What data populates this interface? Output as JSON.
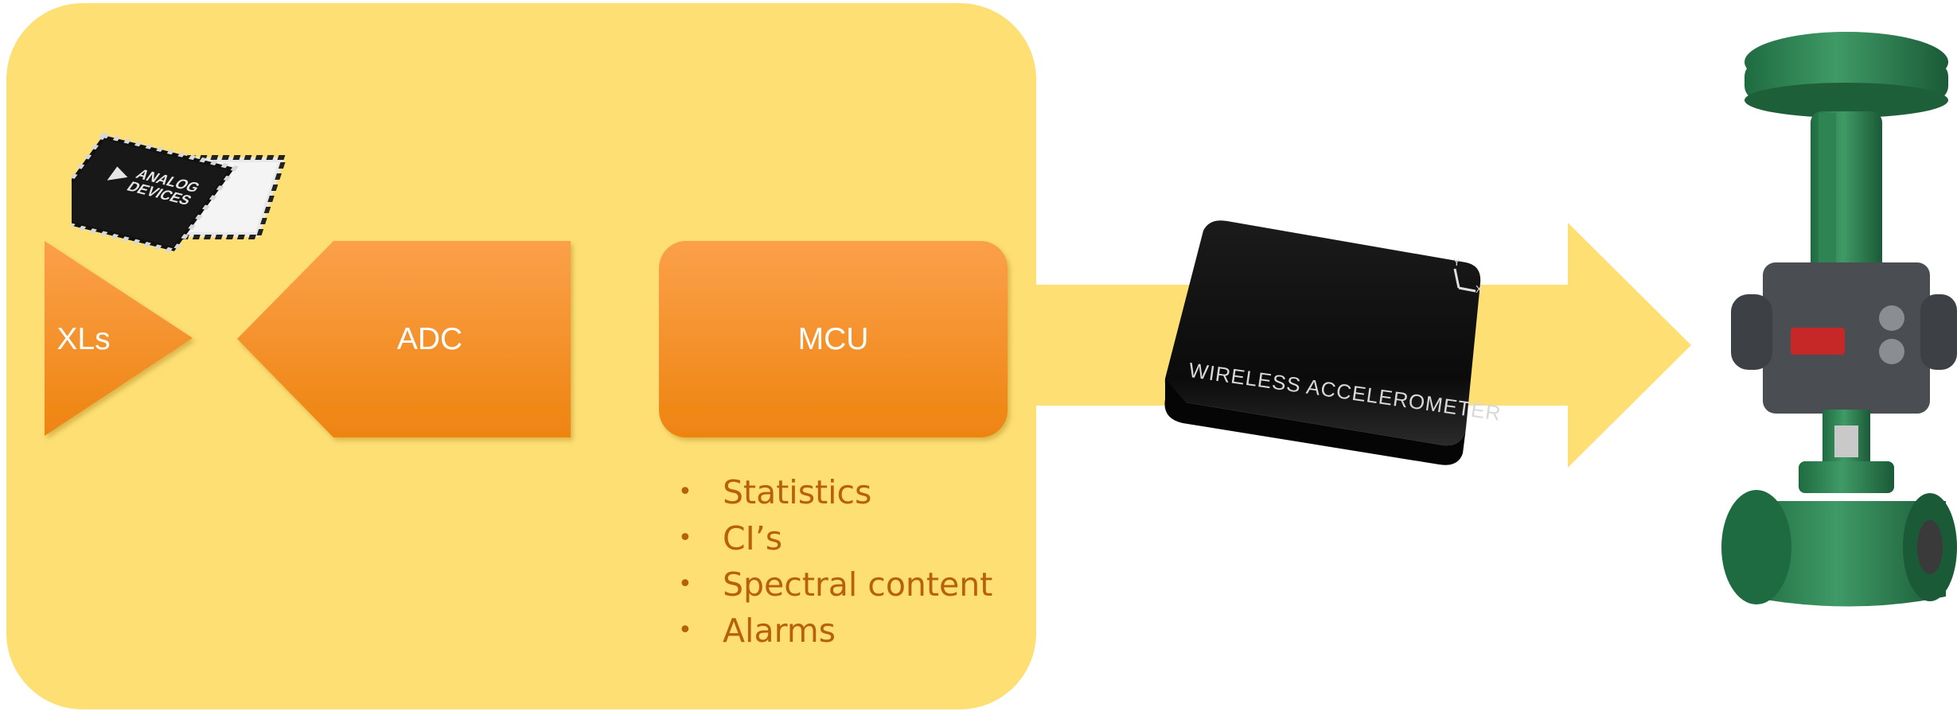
{
  "diagram": {
    "blocks": {
      "xls": "XLs",
      "adc": "ADC",
      "mcu": "MCU"
    },
    "mcu_outputs": [
      "Statistics",
      "CI’s",
      "Spectral content",
      "Alarms"
    ],
    "chip_brand": "ANALOG DEVICES",
    "sensor_label": "WIRELESS ACCELEROMETER",
    "axis_labels": [
      "Y",
      "X"
    ],
    "colors": {
      "panel": "#FDDF74",
      "block_orange": "#F39020",
      "bullet_text": "#B9600C",
      "valve_green": "#2E7D4F"
    }
  }
}
